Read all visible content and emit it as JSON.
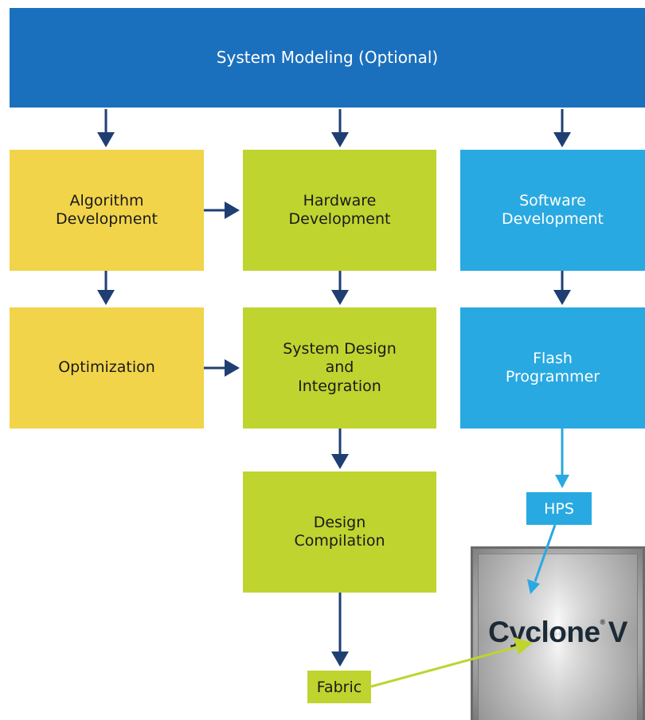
{
  "top_bar": {
    "label": "System Modeling (Optional)"
  },
  "boxes": {
    "algorithm": "Algorithm\nDevelopment",
    "hardware": "Hardware\nDevelopment",
    "software": "Software\nDevelopment",
    "optimization": "Optimization",
    "system_design": "System Design\nand\nIntegration",
    "flash": "Flash\nProgrammer",
    "compilation": "Design\nCompilation"
  },
  "tags": {
    "hps": "HPS",
    "fabric": "Fabric"
  },
  "chip": {
    "name": "Cyclone",
    "registered_mark": "®",
    "suffix": "V"
  },
  "colors": {
    "top_bar": "#1b70bd",
    "algorithm_track": "#f1d44a",
    "hardware_track": "#bfd42f",
    "software_track": "#29a9e1",
    "arrow": "#1f3f73"
  }
}
